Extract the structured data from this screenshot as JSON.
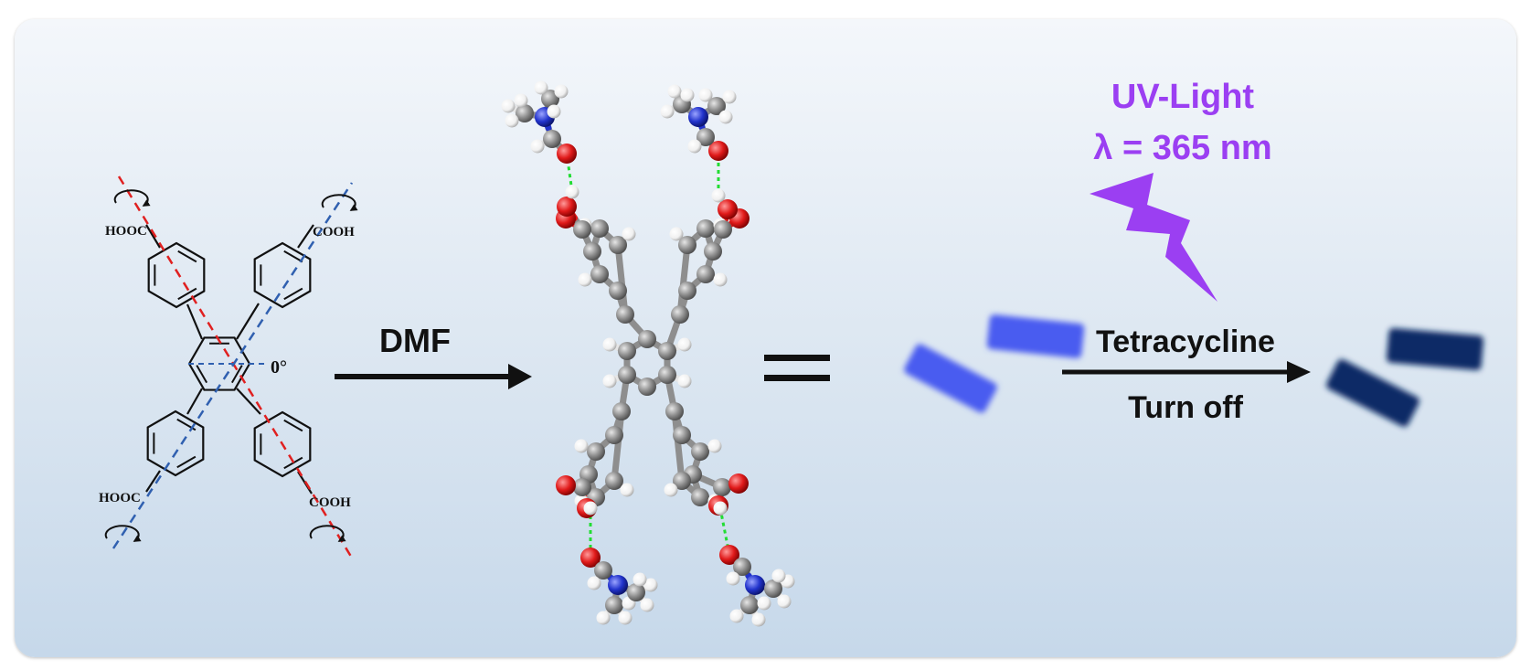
{
  "colors": {
    "uv": "#9b3ff2",
    "bright_crystal": "#4a5cf0",
    "dark_crystal": "#0b2a66",
    "carbon_atom": "#8e8e8e",
    "oxygen_atom": "#e01a1a",
    "nitrogen_atom": "#2233cc",
    "hydrogen_atom": "#f2f2f2",
    "hbond": "#22dd33",
    "axis_red": "#e02020",
    "axis_blue": "#3060b0"
  },
  "molecule_labels": {
    "top_left": "HOOC",
    "top_right": "COOH",
    "bottom_left": "HOOC",
    "bottom_right": "COOH",
    "angle": "0°"
  },
  "reaction": {
    "solvent": "DMF",
    "equals": "="
  },
  "uv_light": {
    "line1": "UV-Light",
    "line2": "λ = 365 nm"
  },
  "sensing": {
    "analyte": "Tetracycline",
    "response": "Turn off"
  }
}
